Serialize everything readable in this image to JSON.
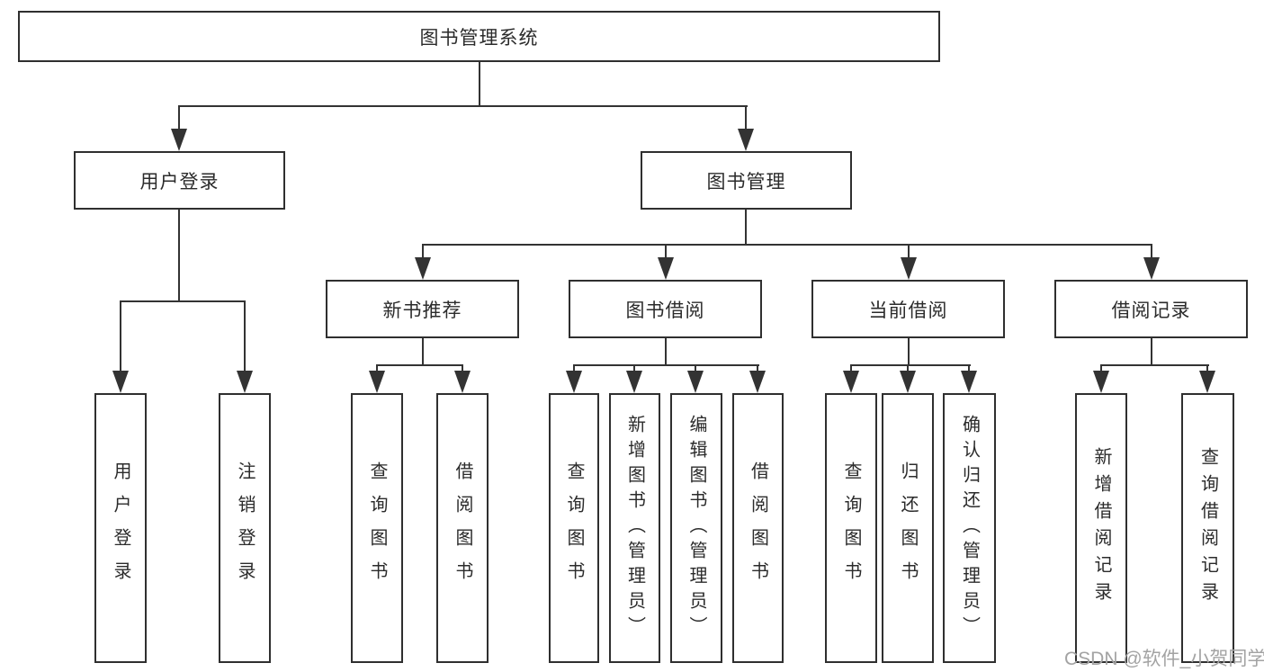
{
  "diagram": {
    "root": "图书管理系统",
    "level2": [
      {
        "label": "用户登录",
        "children": [
          {
            "label": "用户登录"
          },
          {
            "label": "注销登录"
          }
        ]
      },
      {
        "label": "图书管理",
        "sections": [
          {
            "label": "新书推荐",
            "children": [
              {
                "label": "查询图书"
              },
              {
                "label": "借阅图书"
              }
            ]
          },
          {
            "label": "图书借阅",
            "children": [
              {
                "label": "查询图书"
              },
              {
                "label": "新增图书（管理员）"
              },
              {
                "label": "编辑图书（管理员）"
              },
              {
                "label": "借阅图书"
              }
            ]
          },
          {
            "label": "当前借阅",
            "children": [
              {
                "label": "查询图书"
              },
              {
                "label": "归还图书"
              },
              {
                "label": "确认归还（管理员）"
              }
            ]
          },
          {
            "label": "借阅记录",
            "children": [
              {
                "label": "新增借阅记录"
              },
              {
                "label": "查询借阅记录"
              }
            ]
          }
        ]
      }
    ],
    "watermark": "CSDN @软件_小贺同学"
  },
  "colors": {
    "line": "#333333",
    "box_border": "#2f2f2f",
    "text": "#2b2b2b",
    "watermark": "#a3a3a3",
    "background": "#ffffff"
  }
}
